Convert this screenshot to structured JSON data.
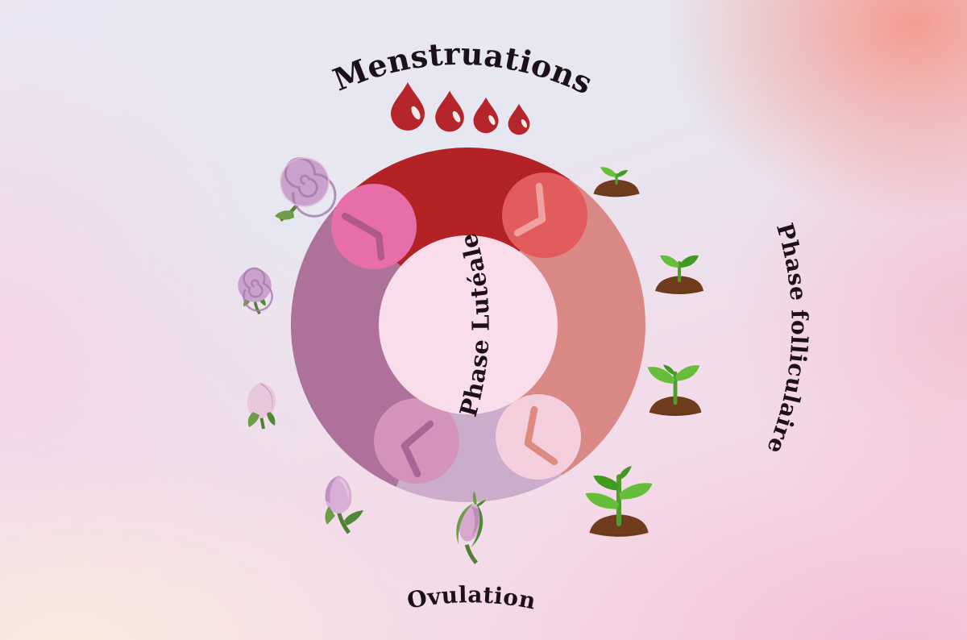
{
  "diagram_title": "cycle-menstruel",
  "cycle": {
    "phases": [
      {
        "id": "menstruations",
        "label": "Menstruations",
        "position": "top",
        "color": "#b32225"
      },
      {
        "id": "folliculaire",
        "label": "Phase folliculaire",
        "position": "right",
        "color": "#d98886"
      },
      {
        "id": "ovulation",
        "label": "Ovulation",
        "position": "bottom",
        "color": "#cbaccb"
      },
      {
        "id": "luteale",
        "label": "Phase Lutéale",
        "position": "left",
        "color": "#ae7199"
      }
    ],
    "inner_color": "#f9ddeb",
    "clocks": [
      {
        "position": "top-left",
        "circle_color": "#e76ea8",
        "hands_color": "#b05a8c"
      },
      {
        "position": "top-right",
        "circle_color": "#e25c5e",
        "hands_color": "#f0a09e"
      },
      {
        "position": "bottom-right",
        "circle_color": "#f4cedd",
        "hands_color": "#dd8b80"
      },
      {
        "position": "bottom-left",
        "circle_color": "#d393bb",
        "hands_color": "#aa6496"
      }
    ]
  },
  "icons": {
    "drops": {
      "count": 4,
      "color": "#b6252b",
      "highlight": "#ffffff"
    },
    "seedlings": {
      "count": 4,
      "soil_color": "#6f3d1d",
      "soil_dark": "#552c13",
      "leaf_color": "#66bd3a",
      "leaf_dark": "#3f9a22",
      "stem_color": "#4f9e2e"
    },
    "flowers": {
      "count": 5,
      "petal_color": "#c9a2cb",
      "petal_light": "#e8c7dd",
      "petal_dark": "#a678ab",
      "bud_pink": "#d9a8cf",
      "tulip_color": "#d9aed6",
      "leaf_color": "#6f9c46",
      "leaf_dark": "#4f8836",
      "stem_color": "#527f35"
    }
  },
  "text_color": "#1c1118"
}
